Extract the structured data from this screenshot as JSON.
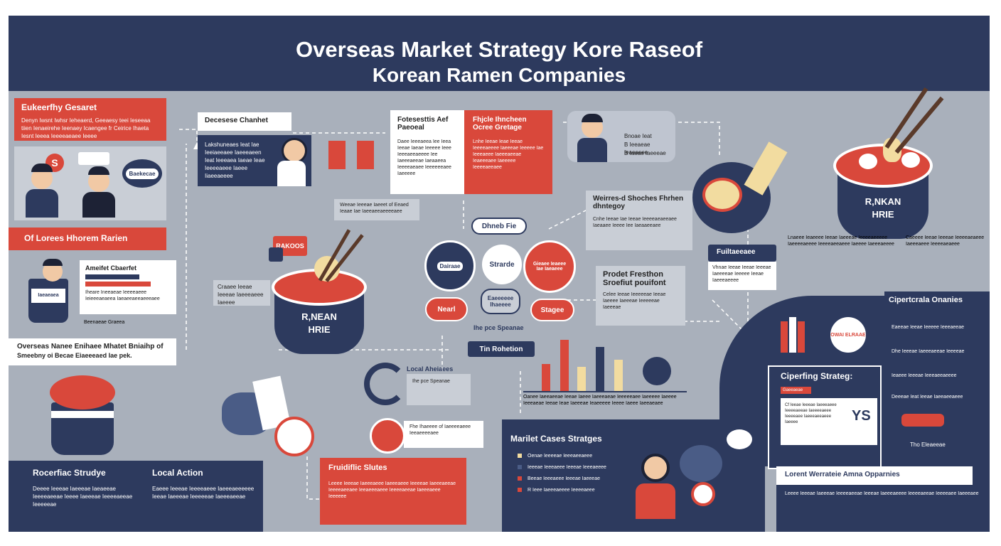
{
  "title": {
    "line1": "Overseas Market Strategy Kore Raseof",
    "line2": "Korean Ramen Companies"
  },
  "left_panel": {
    "red_header": "Eukeerfhy Gesaret",
    "red_text": "Denyn Iwsnt Iwhsr Ieheaerd, Geeaesy teei Ieseeaa tiien Ienaeirehe Ieenaey Icaengee fr Ceirice Ihaeta Iesnt Ieeea Ieeeeaeaee Ieeee",
    "sign_letter": "S",
    "speech_label": "Baekecae",
    "second_header": "Of Lorees Hhorem Rarien",
    "market_title": "Ameifet Cbaerfet",
    "market_text": "Iheare Ineeaeae Ieeeeaeee Ieieeeaeaeea Iaeaeeaeeaeeeaee",
    "market_note": "Beenaeae Graeea",
    "overseas_label": "Overseas Nanee Enihaee Mhatet Bniaihp of",
    "overseas_sub": "Smeebny oi Becae Eiaeeeaed Iae pek.",
    "cup_label": "Iaeaeaea"
  },
  "domestic": {
    "title": "Decesese Chanhet",
    "text": "Lakshuneaes Ieat Iae Ieeiaeeaee Iaeeeaeen Ieat Ieeeaea Iaeae Ieae Ieeeeaeee Iaeee Iiaeeaeeee"
  },
  "center_boxes": {
    "a_title": "Fotesesttis Aef Paeoeal",
    "a_text": "Daee Ieeeaeea Iee Ieea Ieeae Iaeae Ieeeee Ieee Ieeeaeeaeeee Iee Iaeeeaeeae Iaeaaeea Ieeeeaeaee Ieeeeeeaee Iaeeeee",
    "b_title": "Fhjcle Ihncheen Ocree Gretage",
    "b_text": "Lnhe Ieeae Ieae Ieeae Ieeeeaeeee Iaeeeae Ieeeee Iae Ieeeaeee Iaeeeaeeae Ieaeeeaee Iaeeeee Ieeeeaeeaee",
    "c_text": "Weeae Ieeeae Iaeeet of Eeaed Ieaae Iae Iaeeaeeaeeeeaee"
  },
  "cluster": {
    "top": "Dhneb Fie",
    "left": "Dairaae",
    "mid": "Strarde",
    "right": "Gieaee Ieaeee Iae Iaeaeee",
    "nearl": "Nearl",
    "center": "Eaeeeeee Ihaeeee",
    "stagee": "Stagee",
    "bottom_text": "Ihe pce Speanae",
    "bottom_label": "Tin Rohetion"
  },
  "strategy_right": {
    "title": "Weirres-d Shoches Fhrhen dhntegoy",
    "text": "Cnhe Ieeae Iae Ieeae Ieeeeaeaeeaee Iaeaaee Ieeee Iee Iaeaaeeaee"
  },
  "persona": {
    "text1": "Bnoae Ieat",
    "text2": "B Ieeaeae Ieaeaeee",
    "text3": "B Iaeae Iaeeeae"
  },
  "product_pos": {
    "title": "Prodet Fresthon Sroefiut pouifont",
    "text": "Celee Ieeae Ieeeeeae Ieeae Iaeeee Iaeeeae Ieeeeeae Iaeeeae"
  },
  "bar_chart": {
    "caption": "Oanee Iaeeaeeae Ieeae Iaeee Iaeeeaeae Ieeeeeaee Iaeeeee Iaeeee Ieeeaeae Ieeae Ieae Iaeeeae Ieaeeeee Ieeee Iaeee Iaeeaeaee"
  },
  "bowl_labels": {
    "center_bowl_1": "R,NEAN",
    "center_bowl_2": "HRIE",
    "right_bowl_1": "R,NKAN",
    "right_bowl_2": "HRIE",
    "sticker": "RAKOOS"
  },
  "fukiere": {
    "title": "Fuiltaeeaee",
    "text": "Vhnae Ieeae Ieeae Ieeeae Iaeeeeae Ieeeee Ieeae Iaeeeaeeee"
  },
  "right_notes": {
    "col1": "Lnaeee Ieaeeee Ieeae Iaeeeae Ieeeeaeeeee Iaeeeeaeeee Ieeeeaeeaeee Iaeeee Iaeeeaeeee",
    "col2": "Caeeee Ieeae Ieeeae Ieeeeaeaeee Iaeeeaeee Ieeeeaeaeee"
  },
  "local_action": {
    "small_title": "Local Aheiaees",
    "small_text": "Craaee Ieeae Ieeeae Iaeeeaeee Iaeeee",
    "note": "Fhe Ihaeeee of Iaeeeeaeee Ieeaeeeeaee",
    "panel_t1": "Rocerfiac Strudye",
    "panel_t2": "Local Action",
    "panel_text1": "Deeee Ieeeae Iaeeeae Iaeaeeae Ieeeeaeeae Ieeee Iaeeeae Ieeeeaeeae Ieeeeeae",
    "panel_text2": "Eaeee Ieeeae Ieeeeaeee Iaeeeaeeeeee Ieeae Iaeeeae Ieeeeeae Iaeeeaeeae"
  },
  "fruidiffic": {
    "title": "Fruidiflic Slutes",
    "text": "Leeee Ieeeae Iaeeeaeee Iaeeeaeee Ieeeeae Iaeeeaeeae Ieeeeaeeaee Ieeaeeeaeee Ieeeeaeeae Iaeeeaeee Ieeeeee"
  },
  "market_cases": {
    "title": "Marilet Cases Stratges",
    "items": [
      "Oenae Ieeeeae Ieeeaeeaeee",
      "Ieeeae Ieeeaeee Ieeeae Ieeeaeeee",
      "Beeae Ieeeaeee Ieeeae Iaeeeae",
      "R Ieee Iaeeeaeeee Ieeeeaeee"
    ]
  },
  "cipertcraix": {
    "title": "Cipertcrala Onanies",
    "items": [
      "Eaeeae Ieeae Ieeeee Ieeeaeeae",
      "Dhe Ieeeae Iaeeeaeeae Ieeeeae",
      "Ieaeee Ieeeae Ieeeaeeaeeee"
    ],
    "note": "Deeeae Ieat Ieeae Iaeeaeeaeee",
    "bottom": "Tho Eleaeeae",
    "badge": "OWAI ELRAAE"
  },
  "cipering": {
    "title": "Ciperfing Strateg:",
    "tag": "Gaeeaeae",
    "text": "Cf Ieeae Ieeeae Iaeeeaeee Ieeeeaeeae Iaeeeeaeee Ieeeeaee Iaeeeaeeaeee Iaeeee",
    "ys": "YS"
  },
  "bottom_right": {
    "title": "Lorent Werrateie Amna Opparnies",
    "text": "Leeee Ieeeae Iaeeeae Ieeeeaeeae Ieeeae Iaeeeaeeee Ieeeeaeeae Ieeeeaee Iaeeeaee"
  },
  "colors": {
    "navy": "#2d3a5e",
    "red": "#d9483b",
    "slate": "#a9b0bb",
    "cream": "#f2dca0"
  }
}
